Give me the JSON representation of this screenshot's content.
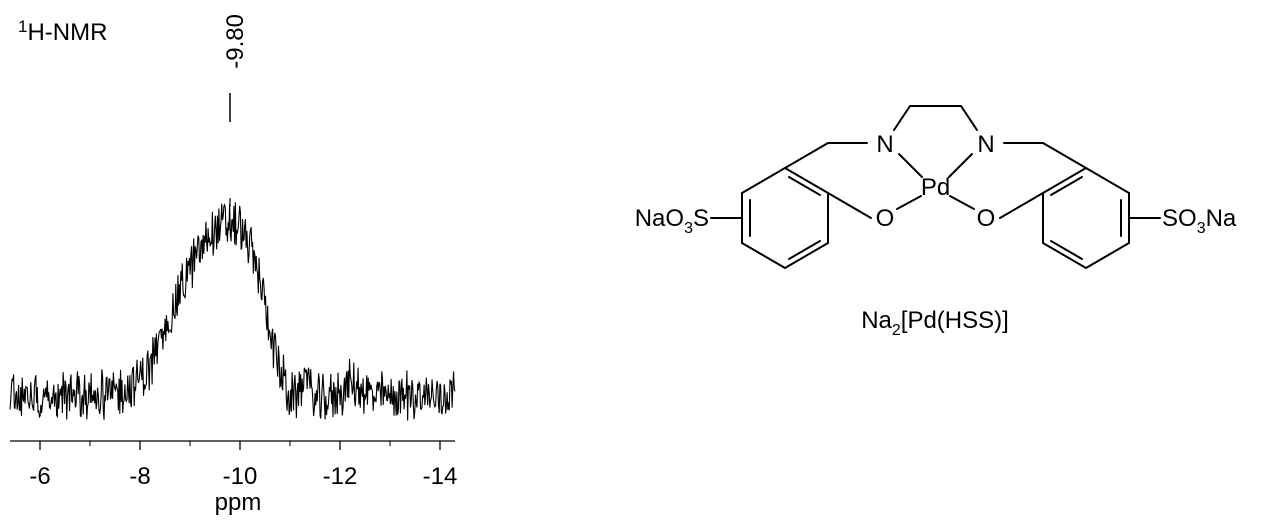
{
  "spectrum": {
    "nucleus_label": "1H-NMR",
    "nucleus_mass": "1",
    "nucleus_name": "H-NMR",
    "peak_label": "-9.80"
  },
  "chart_data": {
    "type": "line",
    "title": "1H-NMR",
    "xlabel": "ppm",
    "ylabel": "",
    "xlim": [
      -5.4,
      -14.3
    ],
    "x_reversed": true,
    "x_ticks": [
      -6,
      -8,
      -10,
      -12,
      -14
    ],
    "x_tick_labels": [
      "-6",
      "-8",
      "-10",
      "-12",
      "-14"
    ],
    "grid": false,
    "series": [
      {
        "x": [
          -5.4,
          -6.0,
          -6.5,
          -7.0,
          -7.5,
          -7.9,
          -8.2,
          -8.5,
          -8.8,
          -9.1,
          -9.4,
          -9.6,
          -9.8,
          -10.0,
          -10.2,
          -10.4,
          -10.6,
          -10.8,
          -11.0,
          -11.2,
          -11.3,
          -11.4,
          -11.6,
          -11.9,
          -12.2,
          -12.4,
          -12.6,
          -13.0,
          -13.5,
          -14.0,
          -14.3
        ],
        "y": [
          0.08,
          0.06,
          0.07,
          0.06,
          0.08,
          0.12,
          0.22,
          0.42,
          0.62,
          0.8,
          0.93,
          0.97,
          0.98,
          0.96,
          0.86,
          0.68,
          0.42,
          0.2,
          0.04,
          0.09,
          0.22,
          0.08,
          0.04,
          0.06,
          0.13,
          0.1,
          0.07,
          0.06,
          0.07,
          0.06,
          0.09
        ]
      }
    ],
    "peaks": [
      {
        "x": -9.8,
        "label": "-9.80"
      }
    ]
  },
  "structure": {
    "caption": "Na2[Pd(HSS)]",
    "caption_main": "Na",
    "caption_sub": "2",
    "caption_rest": "[Pd(HSS)]",
    "atoms": {
      "n_left": "N",
      "n_right": "N",
      "pd": "Pd",
      "o_left": "O",
      "o_right": "O"
    },
    "left_group": {
      "a": "NaO",
      "sub": "3",
      "b": "S"
    },
    "right_group": {
      "a": "SO",
      "sub": "3",
      "b": "Na"
    }
  }
}
